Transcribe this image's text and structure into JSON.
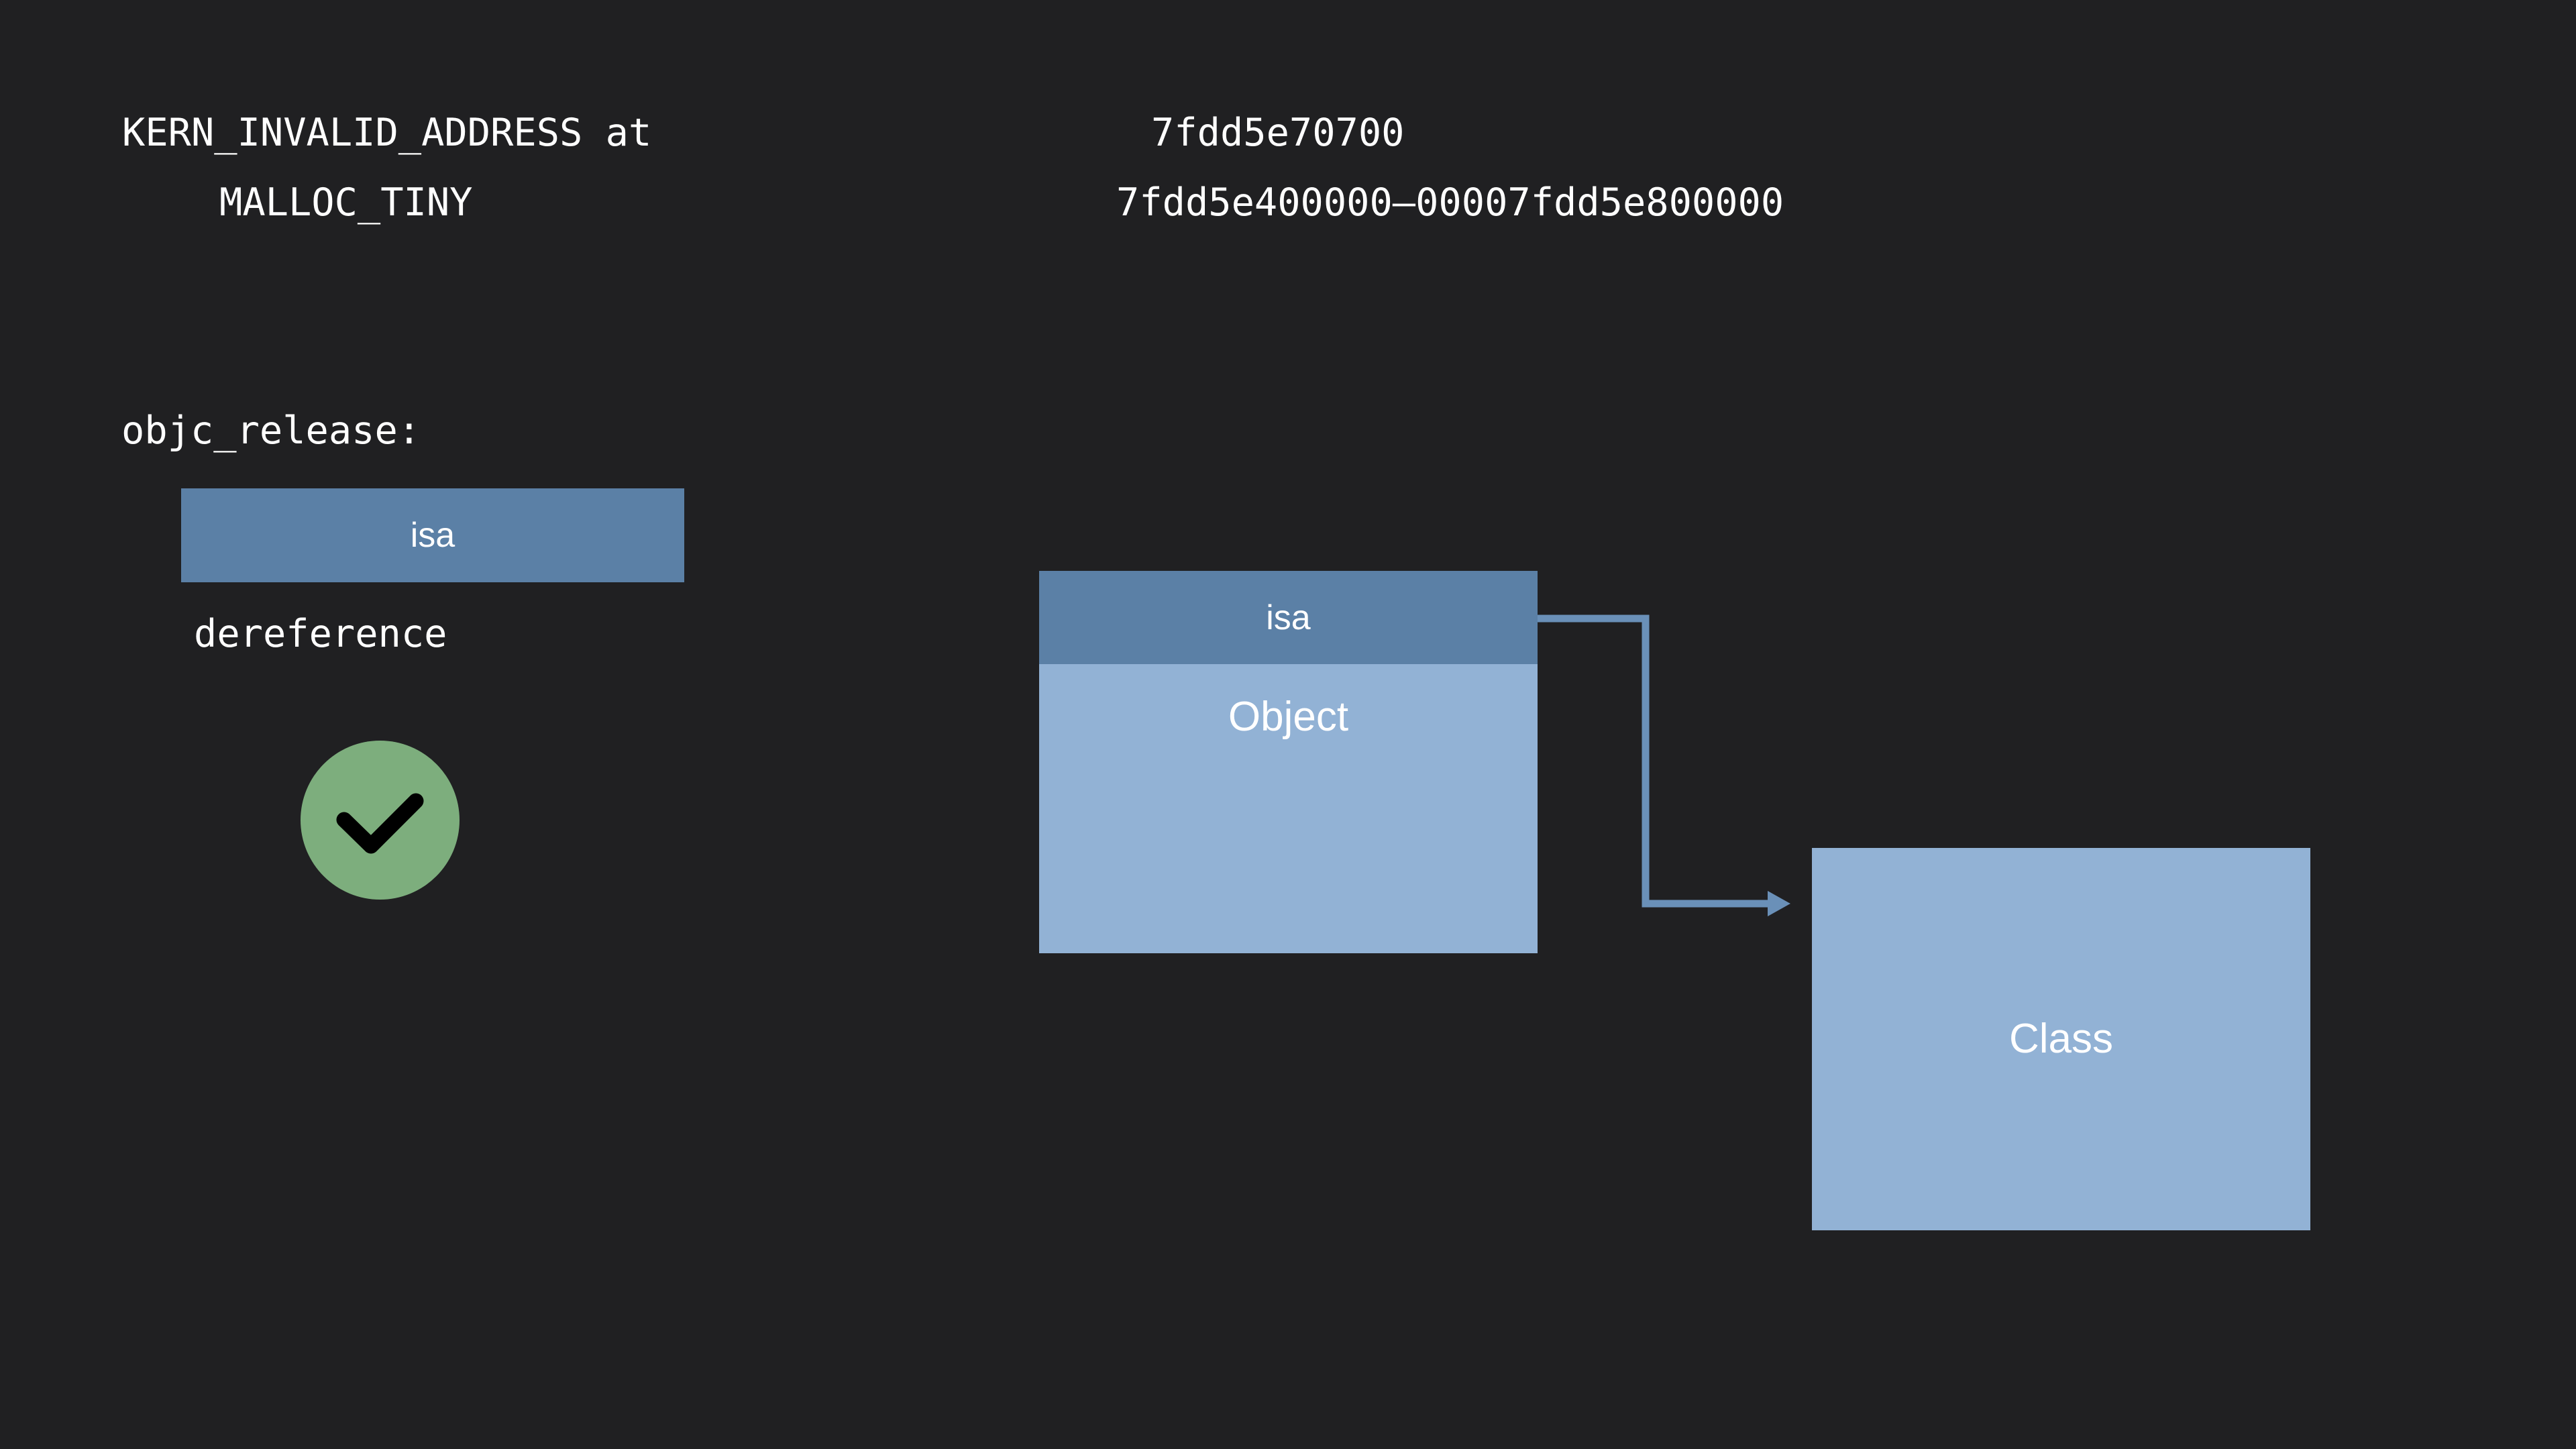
{
  "theme": {
    "background": "#202022",
    "text_color": "#ffffff",
    "isa_fill": "#5b80a6",
    "object_fill": "#92b2d5",
    "class_fill": "#92b2d5",
    "connector_stroke": "#6a90b8",
    "success_fill": "#7dae7d",
    "check_stroke": "#000000"
  },
  "crash_report": {
    "reason_line_1": "KERN_INVALID_ADDRESS at",
    "reason_line_2": "MALLOC_TINY",
    "address_line_1": "7fdd5e70700",
    "address_line_2": "7fdd5e400000–00007fdd5e800000"
  },
  "left_panel": {
    "function_label": "objc_release:",
    "isa_box_label": "isa",
    "operation_label": "dereference",
    "status_icon": "check-circle-icon"
  },
  "object_diagram": {
    "object_box": {
      "header_label": "isa",
      "body_label": "Object"
    },
    "class_box": {
      "label": "Class"
    },
    "connector": {
      "name": "isa-pointer-arrow",
      "from": "object.isa",
      "to": "class"
    }
  }
}
